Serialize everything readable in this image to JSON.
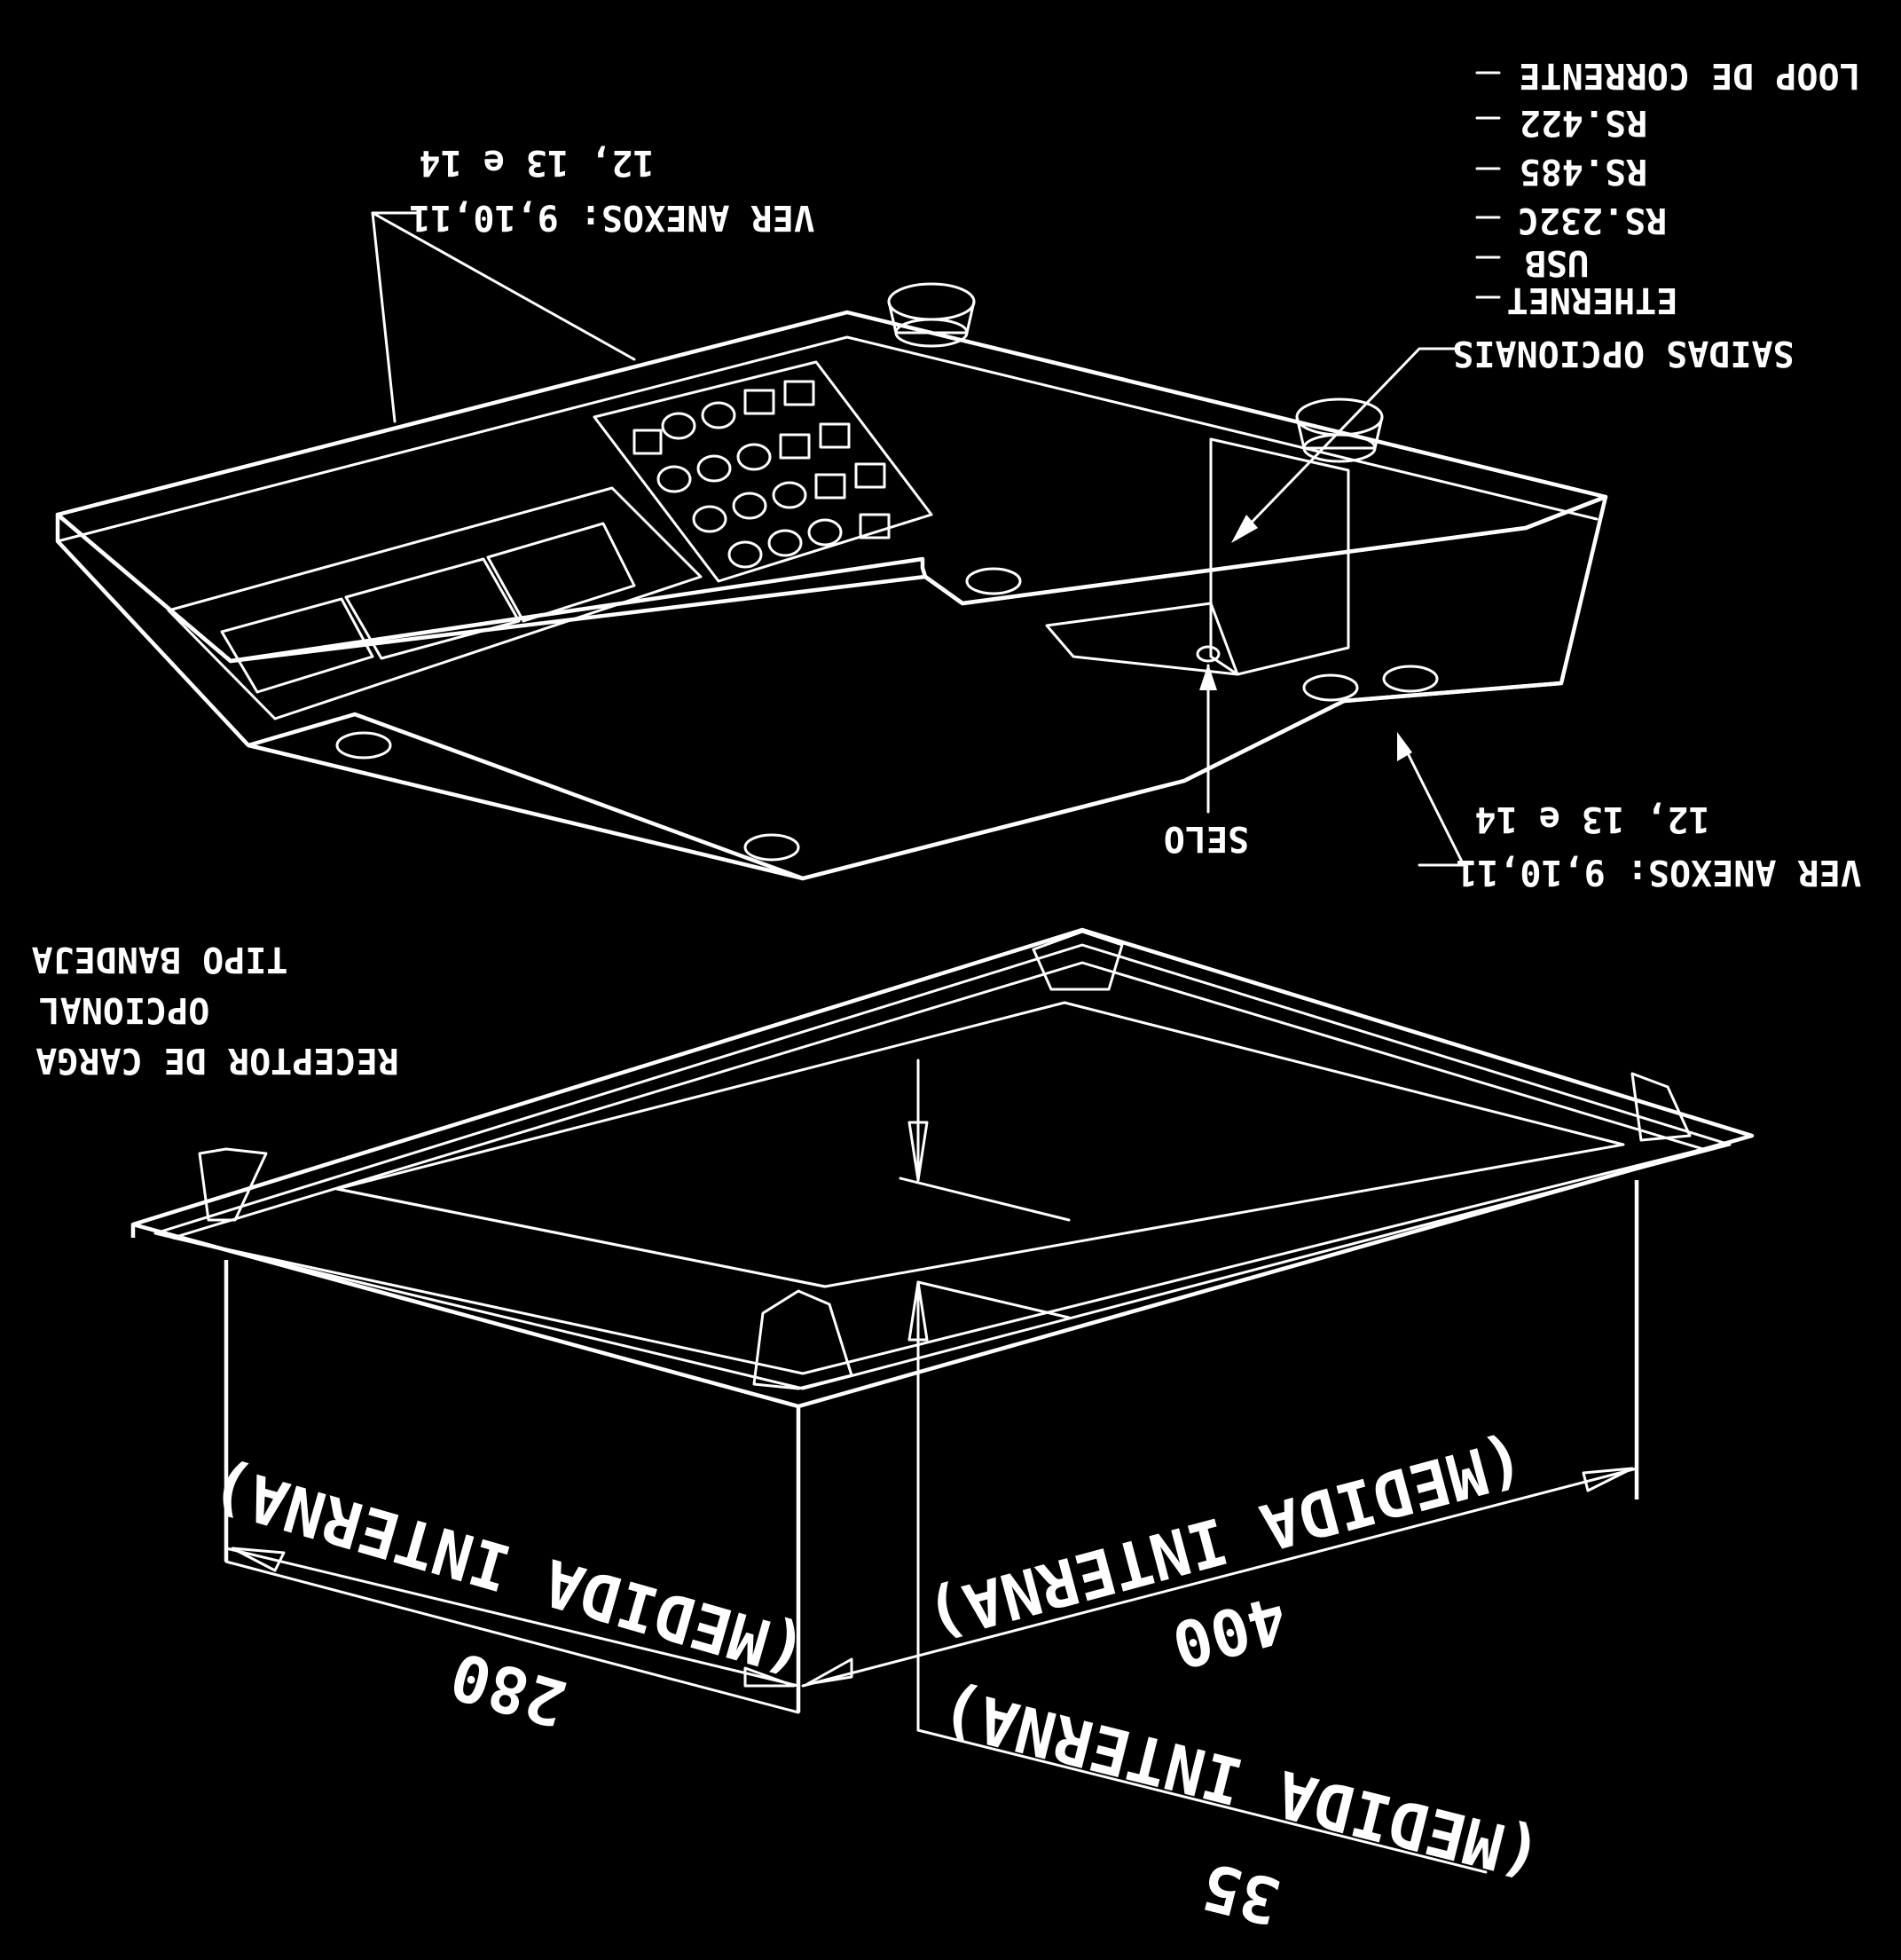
{
  "labels": {
    "ver_anexos_top_line1": "VER ANEXOS: 9,10,11",
    "ver_anexos_top_line2": "12, 13 e 14",
    "ver_anexos_bottom_line1": "VER ANEXOS: 9,10,11",
    "ver_anexos_bottom_line2": "12, 13 e 14",
    "saidas_opcionais": "SAIDAS OPCIONAIS",
    "outputs": [
      "ETHERNET",
      "USB",
      "RS.232C",
      "RS.485",
      "RS.422",
      "LOOP DE CORRENTE"
    ],
    "selo": "SELO",
    "receptor_line1": "TIPO BANDEJA",
    "receptor_line2": "OPCIONAL",
    "receptor_line3": "RECEPTOR DE CARGA"
  },
  "dimensions": {
    "width_value": "280",
    "width_note": "(MEDIDA INTERNA)",
    "length_value": "400",
    "length_note": "(MEDIDA INTERNA)",
    "depth_value": "35",
    "depth_note": "(MEDIDA INTERNA)"
  },
  "colors": {
    "background": "#000000",
    "ink": "#ffffff"
  }
}
